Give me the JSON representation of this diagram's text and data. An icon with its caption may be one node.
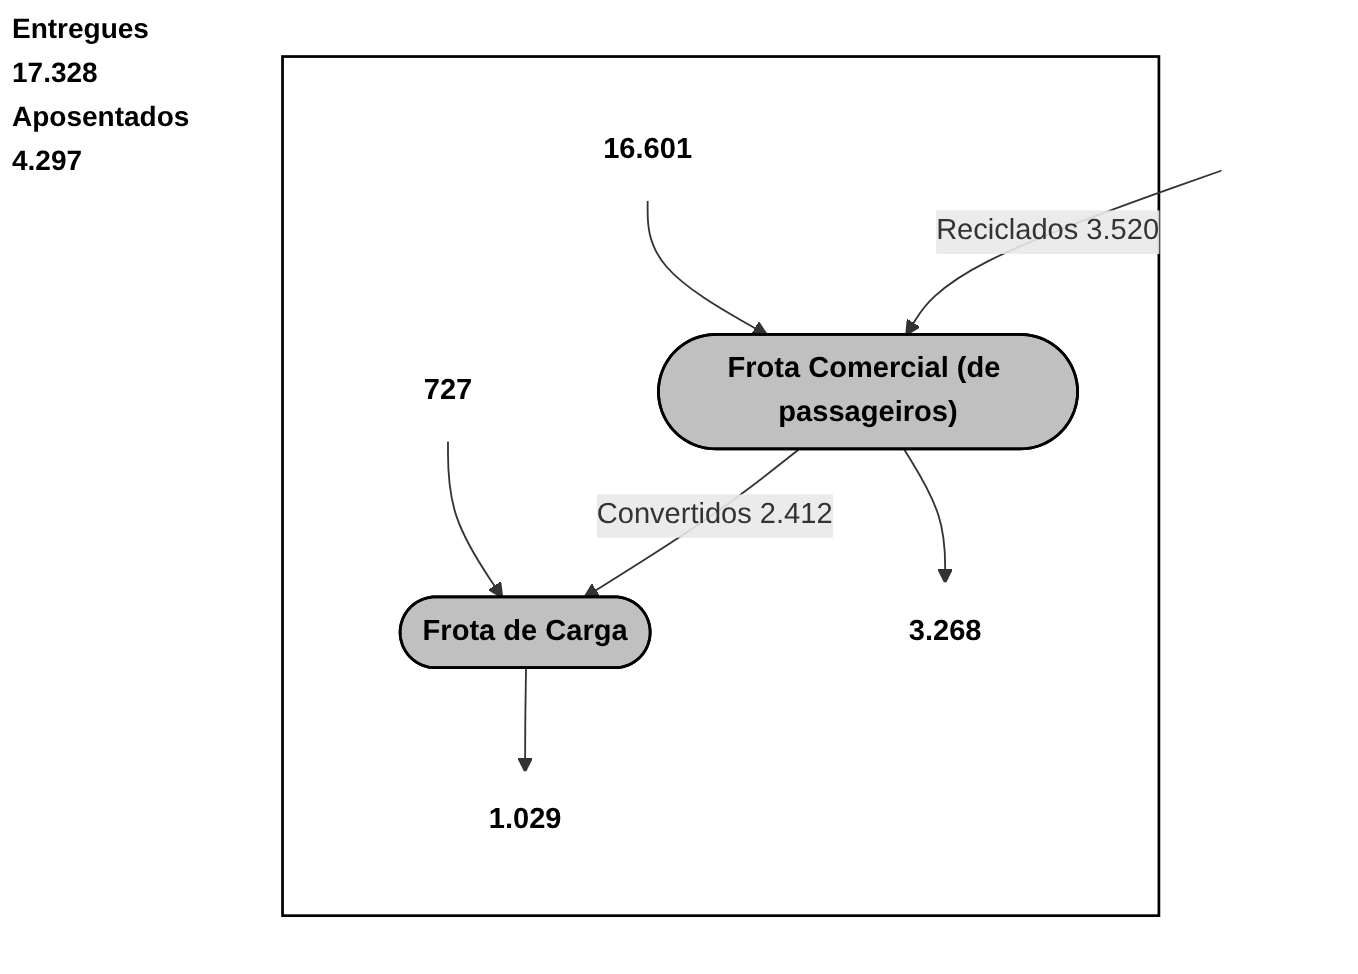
{
  "diagram": {
    "nodes": [
      {
        "text": [],
        "shape": "box"
      },
      {
        "text": [
          "16.601"
        ],
        "in": 0
      },
      {
        "text": [
          "727"
        ],
        "in": 0
      },
      {
        "text": [
          "Frota Comercial (de passageiros)"
        ],
        "in": 0
      },
      {
        "text": [
          "Frota de Carga"
        ],
        "in": 0
      },
      {
        "text": [
          "3.268"
        ],
        "in": 0
      },
      {
        "text": [
          "1.029"
        ],
        "in": 0
      }
    ],
    "edges": [
      {
        "from": 1,
        "to": 3,
        "arrow": "to"
      },
      {
        "from": 2,
        "to": 4,
        "arrow": "to"
      },
      {
        "from": 3,
        "to": 4,
        "arrow": "to",
        "label": "Convertidos 2.412"
      },
      {
        "from": 3,
        "to": 5,
        "arrow": "to"
      },
      {
        "from": 4,
        "to": 6,
        "arrow": "to"
      },
      {
        "from": null,
        "to": 3,
        "arrow": "to",
        "label": "Reciclados 3.520"
      }
    ],
    "labels": [
      "Entregues",
      "17.328",
      "Aposentados",
      "4.297"
    ]
  }
}
